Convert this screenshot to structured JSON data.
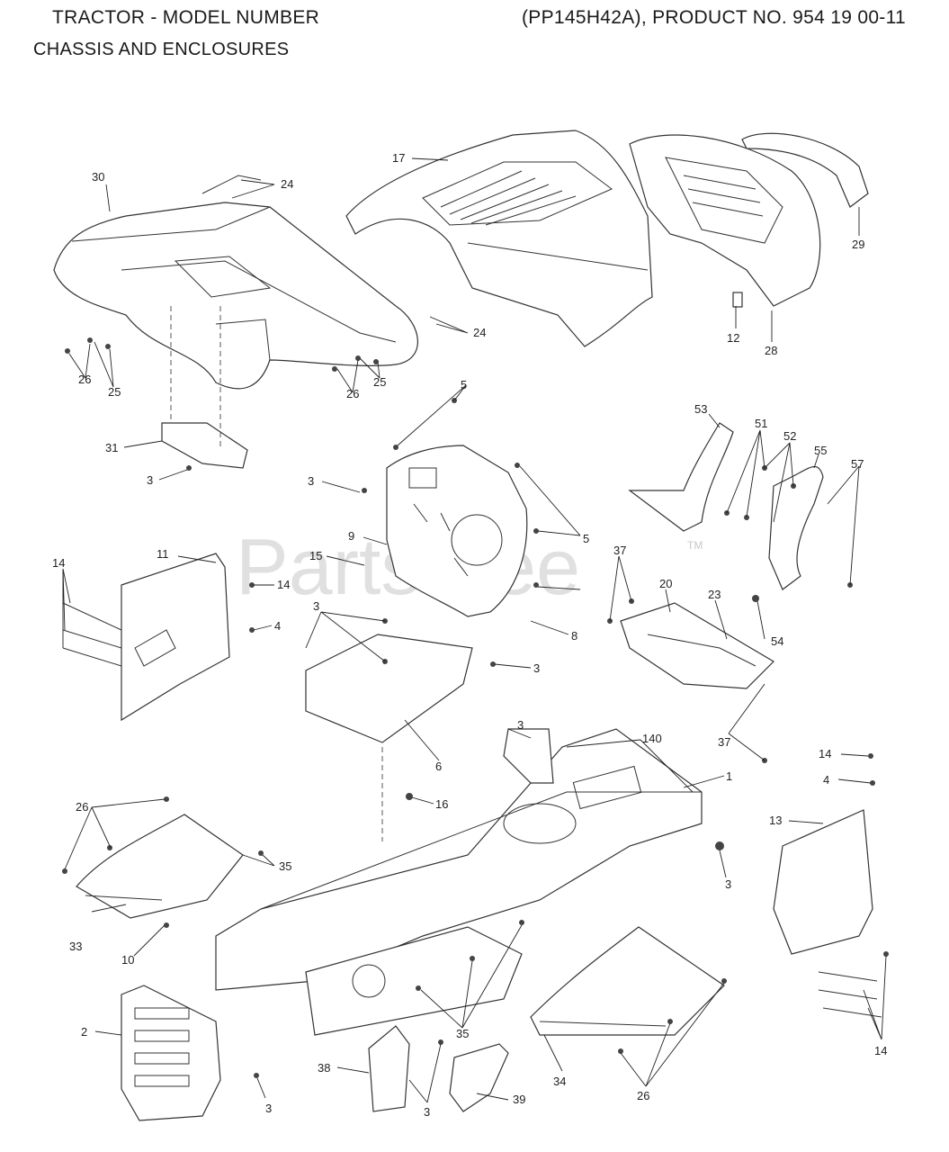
{
  "header": {
    "title_left": "TRACTOR - MODEL NUMBER",
    "title_right": "(PP145H42A), PRODUCT NO. 954 19 00-11",
    "subtitle": "CHASSIS AND ENCLOSURES"
  },
  "watermark": {
    "text": "PartsTree",
    "tm": "TM"
  },
  "callouts": [
    "30",
    "24",
    "17",
    "29",
    "12",
    "28",
    "24",
    "25",
    "26",
    "25",
    "26",
    "31",
    "3",
    "3",
    "9",
    "5",
    "5",
    "53",
    "51",
    "52",
    "55",
    "57",
    "11",
    "14",
    "15",
    "14",
    "4",
    "3",
    "8",
    "3",
    "37",
    "20",
    "23",
    "54",
    "37",
    "3",
    "140",
    "1",
    "6",
    "16",
    "14",
    "4",
    "13",
    "26",
    "35",
    "33",
    "10",
    "3",
    "2",
    "35",
    "38",
    "3",
    "39",
    "34",
    "26",
    "14",
    "3"
  ]
}
